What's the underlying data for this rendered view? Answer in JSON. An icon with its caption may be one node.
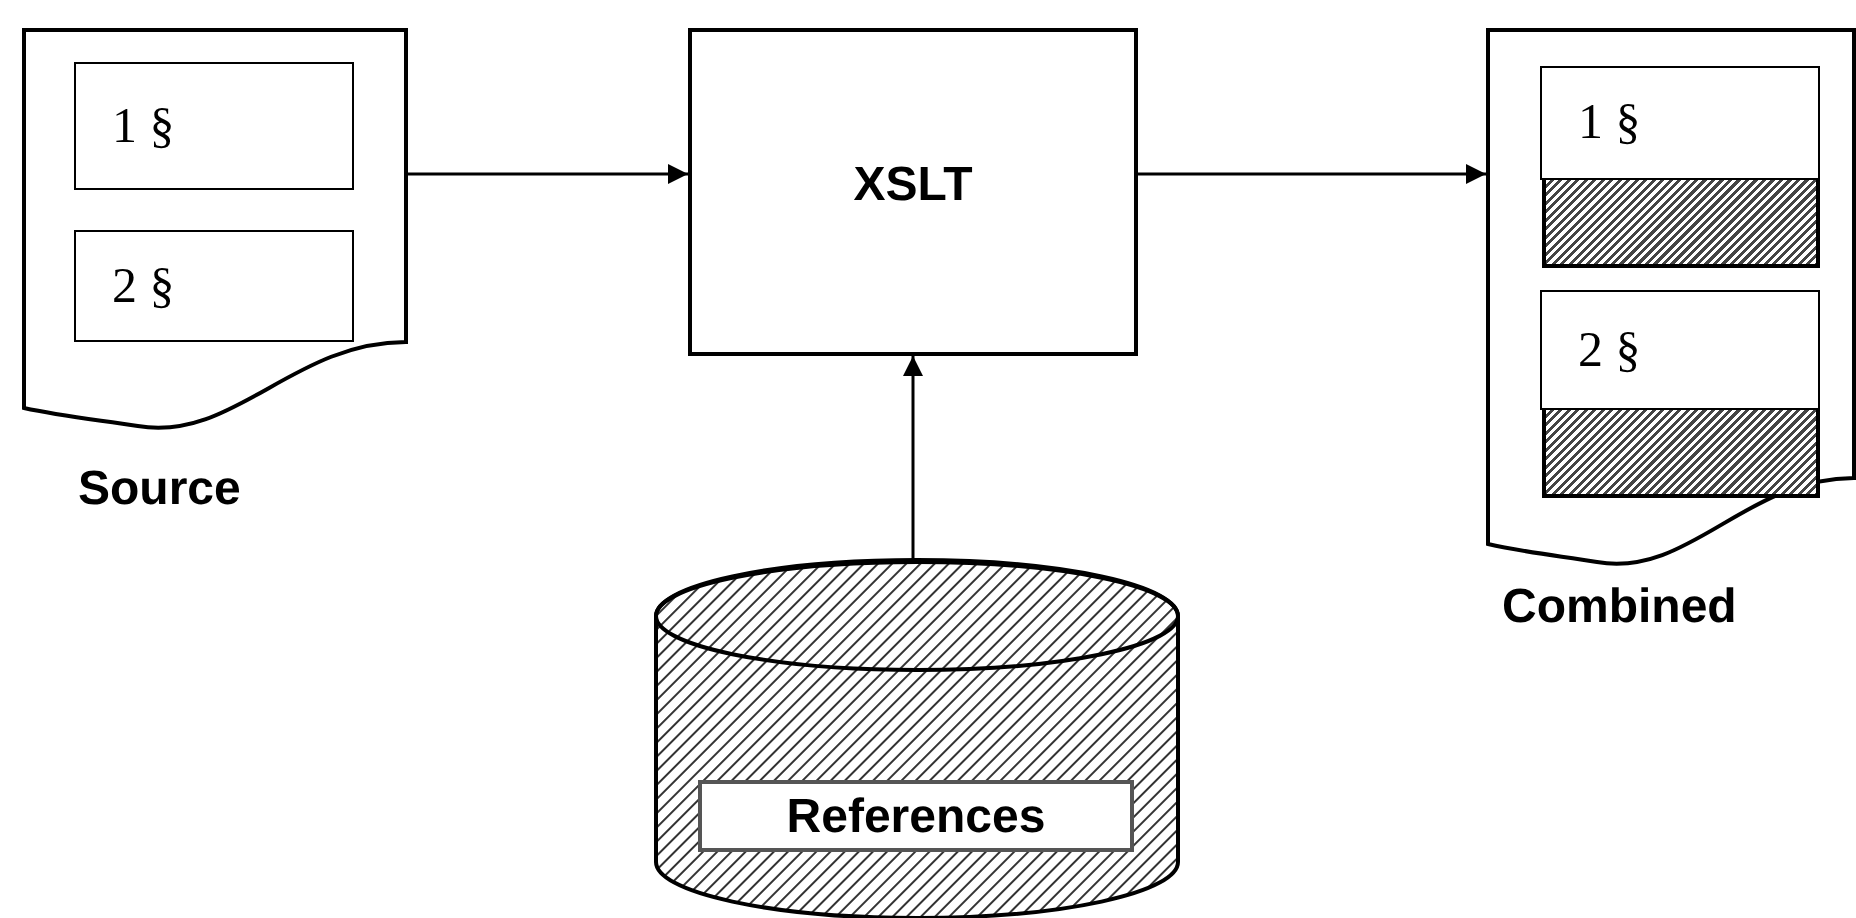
{
  "diagram": {
    "nodes": [
      {
        "text": [
          "Source"
        ]
      },
      {
        "text": [
          "1 §"
        ],
        "in": 0
      },
      {
        "text": [
          "2 §"
        ],
        "in": 0
      },
      {
        "text": [
          "XSLT"
        ]
      },
      {
        "text": [
          "Combined"
        ]
      },
      {
        "text": [
          "1 §"
        ],
        "in": 4
      },
      {
        "text": [],
        "shape": "bar",
        "in": 4
      },
      {
        "text": [
          "2 §"
        ],
        "in": 4
      },
      {
        "text": [],
        "shape": "bar",
        "in": 4
      },
      {
        "text": [
          "References"
        ]
      }
    ],
    "edges": [
      {
        "from": 0,
        "to": 3,
        "arrow": "to"
      },
      {
        "from": 3,
        "to": 4,
        "arrow": "to"
      },
      {
        "from": 9,
        "to": 3,
        "arrow": "to"
      }
    ]
  }
}
